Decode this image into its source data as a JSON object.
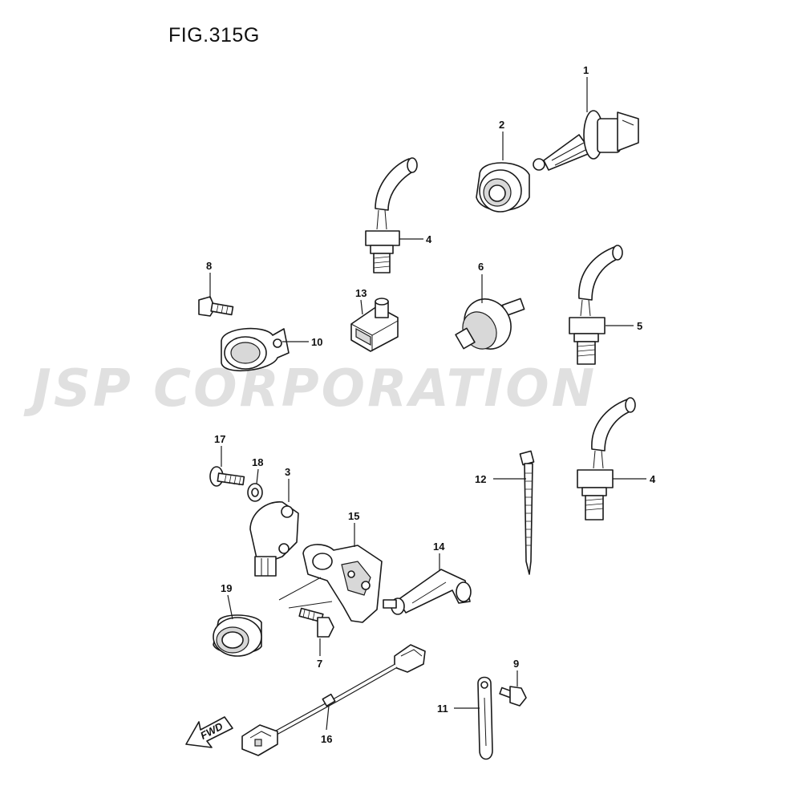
{
  "figure": {
    "title": "FIG.315G"
  },
  "watermark": {
    "text": "JSP CORPORATION"
  },
  "direction_arrow": {
    "label": "FWD"
  },
  "callouts": {
    "c1": "1",
    "c2": "2",
    "c3": "3",
    "c4a": "4",
    "c4b": "4",
    "c5": "5",
    "c6": "6",
    "c7": "7",
    "c8": "8",
    "c9": "9",
    "c10": "10",
    "c11": "11",
    "c12": "12",
    "c13": "13",
    "c14": "14",
    "c15": "15",
    "c16": "16",
    "c17": "17",
    "c18": "18",
    "c19": "19"
  }
}
